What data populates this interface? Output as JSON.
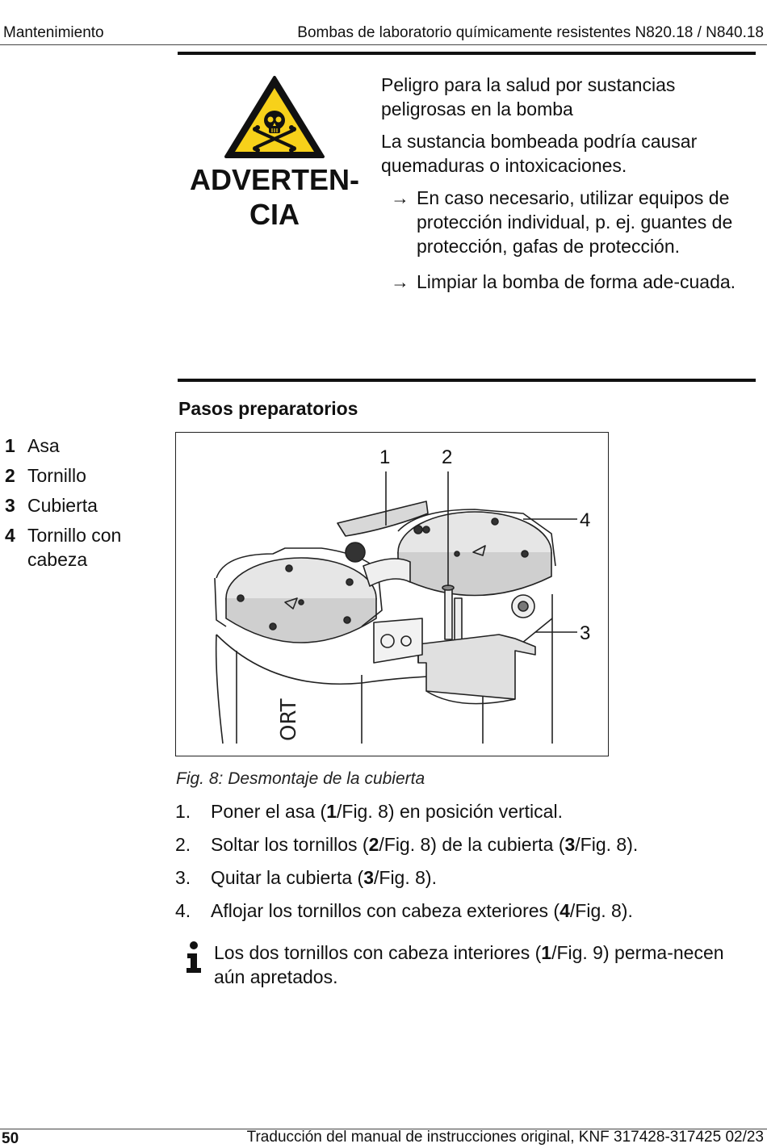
{
  "header": {
    "section": "Mantenimiento",
    "title": "Bombas de laboratorio químicamente resistentes N820.18 / N840.18"
  },
  "warning": {
    "signal_word_line1": "ADVERTEN-",
    "signal_word_line2": "CIA",
    "symbol": "toxic-warning-triangle-icon",
    "symbol_color": "#f7d11a",
    "hazard": "Peligro para la salud por sustancias peligrosas en la bomba",
    "consequence": "La sustancia bombeada podría causar quemaduras o intoxicaciones.",
    "arrow_symbol": "→",
    "measures": [
      "En caso necesario, utilizar equipos de protección individual, p. ej. guantes de protección, gafas de protección.",
      "Limpiar la bomba de forma ade-cuada."
    ]
  },
  "section_title": "Pasos preparatorios",
  "legend": [
    {
      "num": "1",
      "label": "Asa"
    },
    {
      "num": "2",
      "label": "Tornillo"
    },
    {
      "num": "3",
      "label": "Cubierta"
    },
    {
      "num": "4",
      "label": "Tornillo con cabeza"
    }
  ],
  "figure": {
    "callouts": [
      "1",
      "2",
      "4",
      "3"
    ],
    "housing_text": "ORT",
    "caption": "Fig. 8: Desmontaje de la cubierta"
  },
  "steps": [
    {
      "num": "1.",
      "before": "Poner el asa (",
      "bold": "1",
      "after": "/Fig. 8) en posición vertical."
    },
    {
      "num": "2.",
      "before": "Soltar los tornillos (",
      "bold": "2",
      "mid": "/Fig. 8) de la cubierta (",
      "bold2": "3",
      "after": "/Fig. 8)."
    },
    {
      "num": "3.",
      "before": "Quitar la cubierta (",
      "bold": "3",
      "after": "/Fig. 8)."
    },
    {
      "num": "4.",
      "before": "Aflojar los tornillos con cabeza exteriores (",
      "bold": "4",
      "after": "/Fig. 8)."
    }
  ],
  "note": {
    "icon": "info-icon",
    "before": "Los dos tornillos con cabeza interiores (",
    "bold": "1",
    "after": "/Fig. 9) perma-necen aún apretados."
  },
  "footer": {
    "page": "50",
    "text": "Traducción del manual de instrucciones original, KNF 317428-317425 02/23"
  }
}
